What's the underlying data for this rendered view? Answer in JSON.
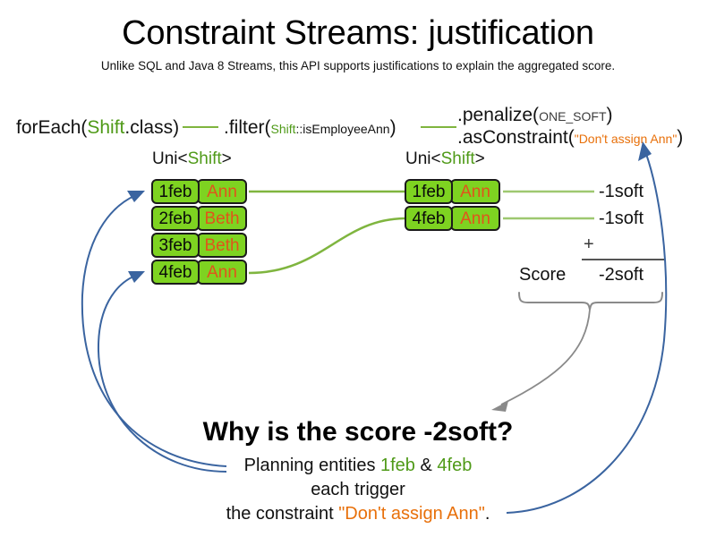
{
  "header": {
    "title": "Constraint Streams: justification",
    "subtitle": "Unlike SQL and Java 8 Streams, this API supports justifications to explain the aggregated score."
  },
  "code_line": {
    "foreach": {
      "prefix": "forEach(",
      "type": "Shift",
      "suffix": ".class)"
    },
    "filter": {
      "prefix": ".filter(",
      "type": "Shift",
      "method": "::isEmployeeAnn",
      "suffix": ")"
    },
    "penalize": {
      "prefix": ".penalize(",
      "arg": "ONE_SOFT",
      "suffix": ")"
    },
    "as_constraint": {
      "prefix": ".asConstraint(",
      "arg": "\"Don't assign Ann\"",
      "suffix": ")"
    }
  },
  "stream_labels": {
    "left": {
      "prefix": "Uni<",
      "type": "Shift",
      "suffix": ">"
    },
    "right": {
      "prefix": "Uni<",
      "type": "Shift",
      "suffix": ">"
    }
  },
  "left_stack": {
    "rows": [
      {
        "date": "1feb",
        "employee": "Ann"
      },
      {
        "date": "2feb",
        "employee": "Beth"
      },
      {
        "date": "3feb",
        "employee": "Beth"
      },
      {
        "date": "4feb",
        "employee": "Ann"
      }
    ]
  },
  "right_stack": {
    "rows": [
      {
        "date": "1feb",
        "employee": "Ann"
      },
      {
        "date": "4feb",
        "employee": "Ann"
      }
    ]
  },
  "score_panel": {
    "impacts": [
      "-1soft",
      "-1soft"
    ],
    "operator": "+",
    "label": "Score",
    "total": "-2soft"
  },
  "explanation": {
    "heading": "Why is the score -2soft?",
    "line1_prefix": "Planning entities ",
    "line1_entity_a": "1feb",
    "line1_amp": " & ",
    "line1_entity_b": "4feb",
    "line2": "each trigger",
    "line3_prefix": "the constraint ",
    "line3_constraint": "\"Don't assign Ann\"",
    "line3_suffix": "."
  },
  "colors": {
    "card_green": "#7ed321",
    "card_border": "#1b1b1b",
    "type_green": "#4f9a18",
    "link_green": "#7fb53f",
    "employee_orange": "#e0551b",
    "constraint_orange": "#e8700a",
    "justification_blue": "#3a64a0",
    "brace_gray": "#8a8a8a"
  }
}
